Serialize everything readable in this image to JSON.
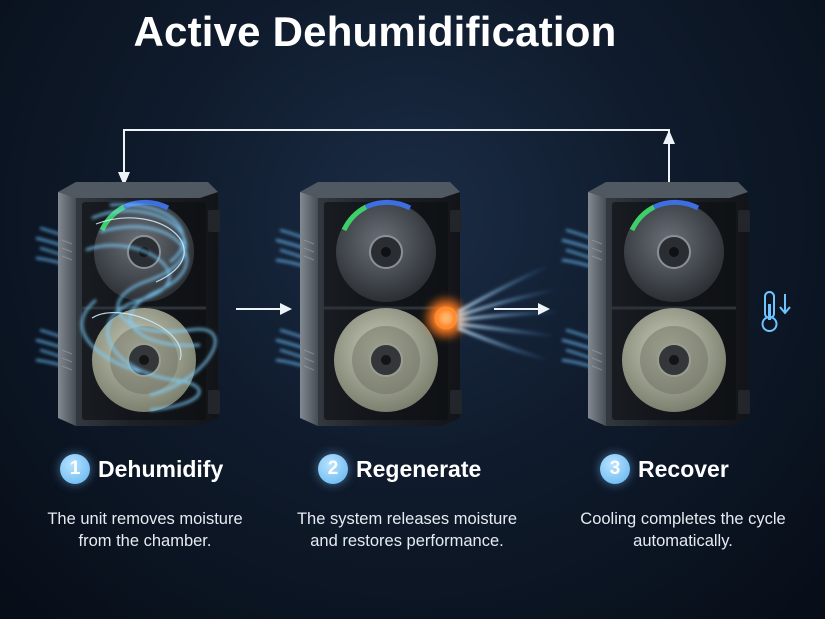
{
  "title": "Active Dehumidification",
  "colors": {
    "accent": "#5db3ef",
    "airflow": "#6fc4ff",
    "heater": "#ff7a1f",
    "background": "#0f1b2c"
  },
  "steps": [
    {
      "number": "1",
      "title": "Dehumidify",
      "description": "The unit removes moisture from the chamber."
    },
    {
      "number": "2",
      "title": "Regenerate",
      "description": "The system releases moisture and restores performance."
    },
    {
      "number": "3",
      "title": "Recover",
      "description": "Cooling completes the cycle automatically."
    }
  ],
  "icons": [
    "arrow-right-icon",
    "arrow-up-icon",
    "arrow-down-icon",
    "thermometer-down-icon"
  ]
}
